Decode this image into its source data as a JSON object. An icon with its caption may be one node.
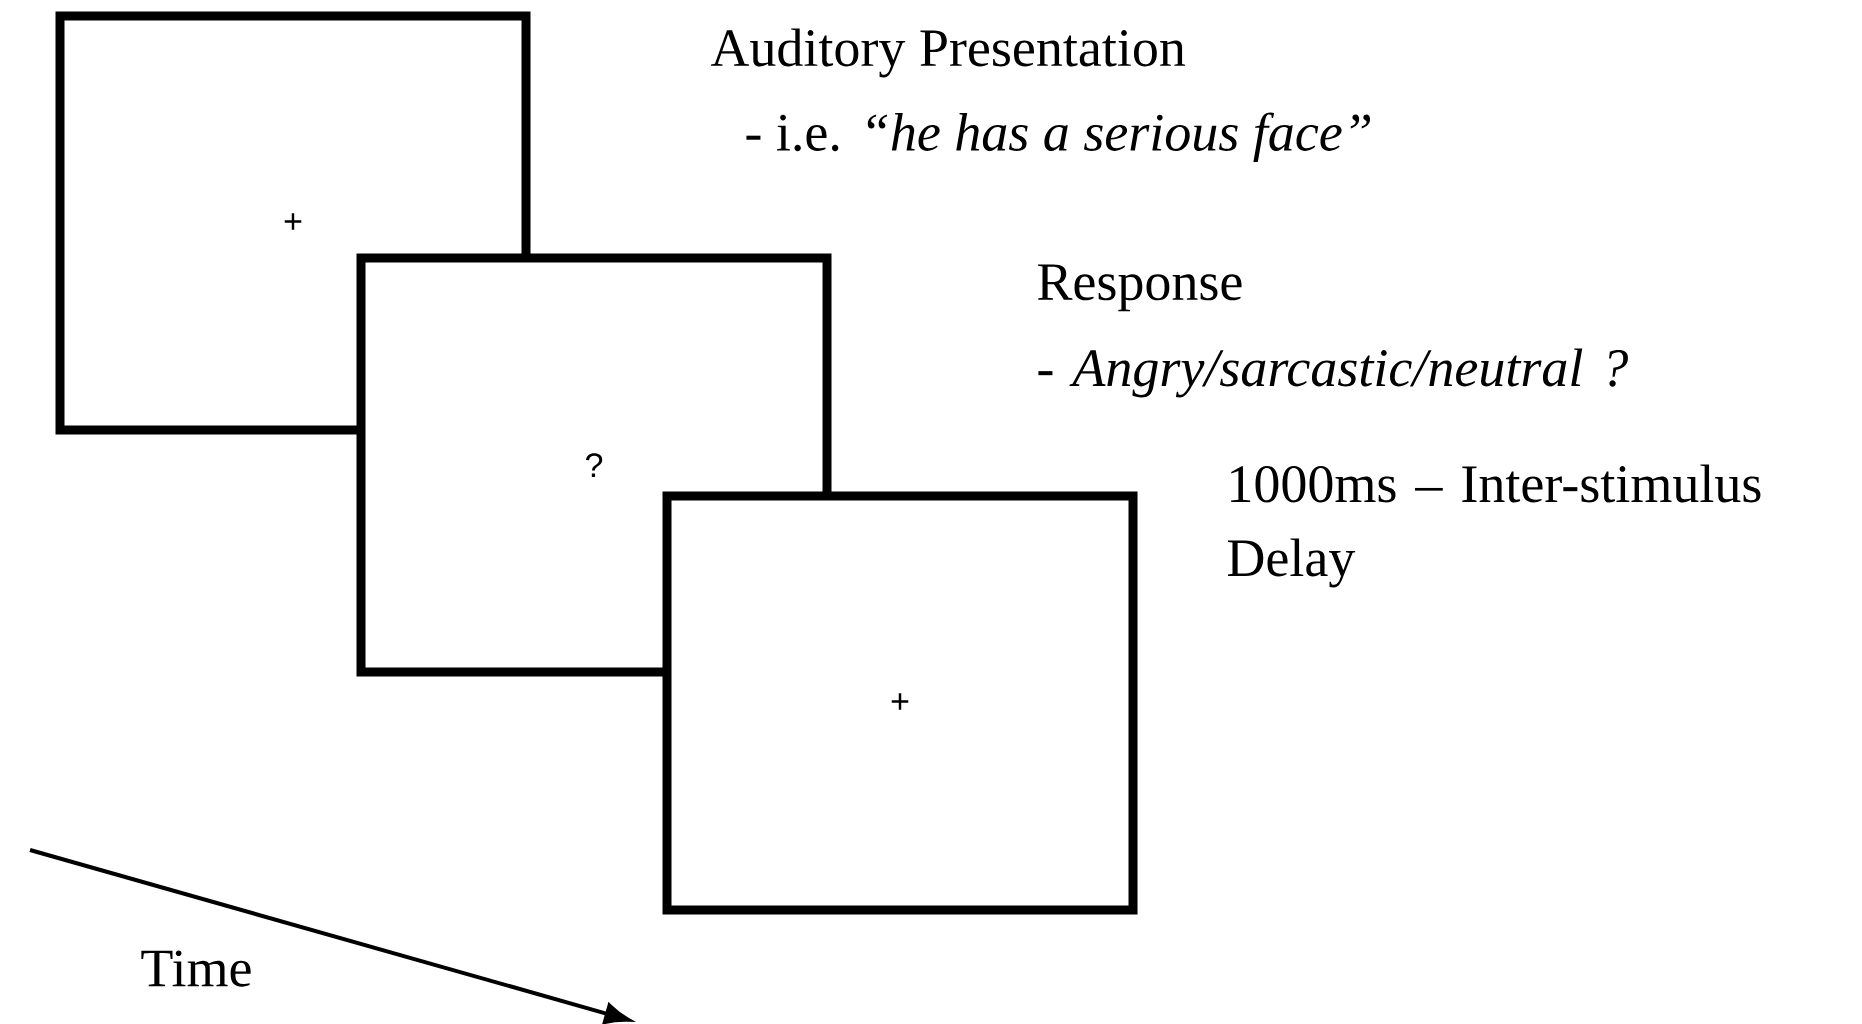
{
  "diagram": {
    "nodes": [
      {
        "text": [
          "+"
        ],
        "beside": [
          "Auditory Presentation",
          "- i.e. *“he has a serious face”*"
        ]
      },
      {
        "text": [
          "?"
        ],
        "beside": [
          "Response",
          "- *Angry/sarcastic/neutral ?*"
        ]
      },
      {
        "text": [
          "+"
        ],
        "beside": [
          "1000ms – Inter-stimulus Delay"
        ]
      }
    ],
    "labels": [
      "Time"
    ]
  }
}
